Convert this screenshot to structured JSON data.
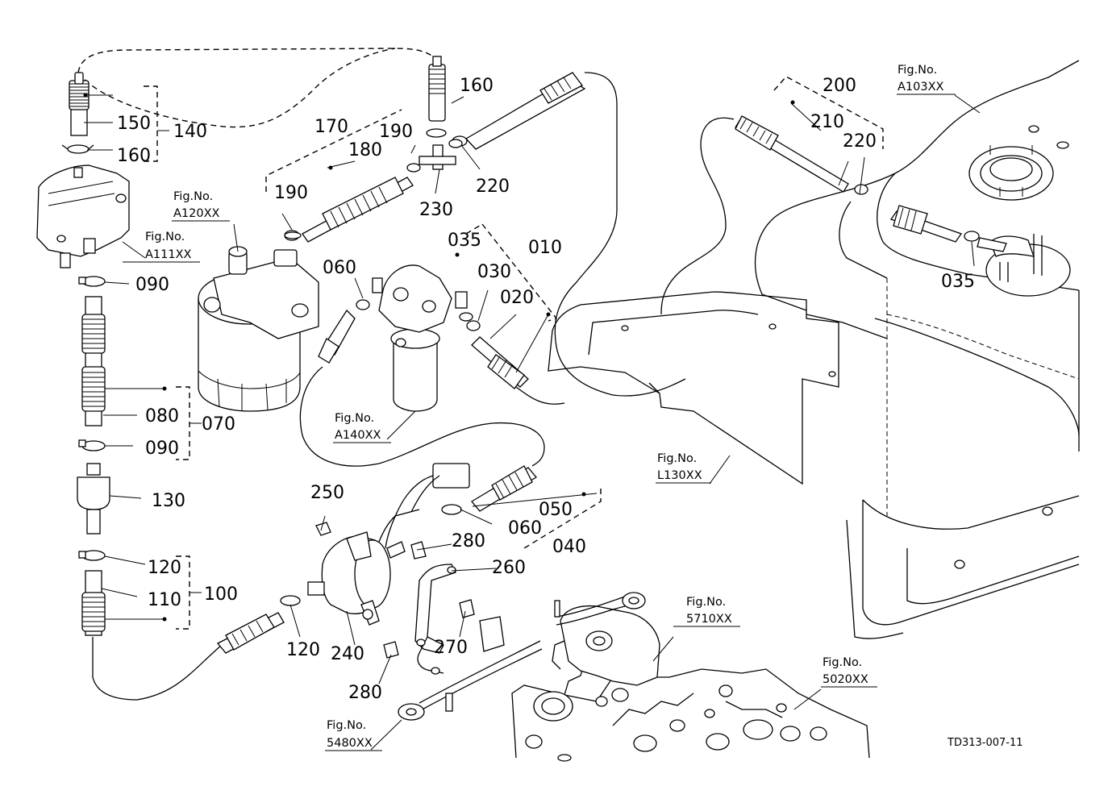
{
  "drawing_code": "TD313-007-11",
  "part_labels": {
    "p140": "140",
    "p150": "150",
    "p160a": "160",
    "p160b": "160",
    "p170": "170",
    "p180": "180",
    "p190a": "190",
    "p190b": "190",
    "p230": "230",
    "p220a": "220",
    "p200": "200",
    "p210": "210",
    "p220b": "220",
    "p035a": "035",
    "p035b": "035",
    "p010": "010",
    "p030": "030",
    "p020": "020",
    "p060a": "060",
    "p090a": "090",
    "p080": "080",
    "p070": "070",
    "p090b": "090",
    "p130": "130",
    "p120a": "120",
    "p110": "110",
    "p100": "100",
    "p250": "250",
    "p050": "050",
    "p060b": "060",
    "p040": "040",
    "p280a": "280",
    "p260": "260",
    "p120b": "120",
    "p240": "240",
    "p270": "270",
    "p280b": "280"
  },
  "fig_refs": {
    "a103": {
      "title": "Fig.No.",
      "code": "A103XX"
    },
    "a120": {
      "title": "Fig.No.",
      "code": "A120XX"
    },
    "a111": {
      "title": "Fig.No.",
      "code": "A111XX"
    },
    "a140": {
      "title": "Fig.No.",
      "code": "A140XX"
    },
    "l130": {
      "title": "Fig.No.",
      "code": "L130XX"
    },
    "f5710": {
      "title": "Fig.No.",
      "code": "5710XX"
    },
    "f5020": {
      "title": "Fig.No.",
      "code": "5020XX"
    },
    "f5480": {
      "title": "Fig.No.",
      "code": "5480XX"
    }
  }
}
